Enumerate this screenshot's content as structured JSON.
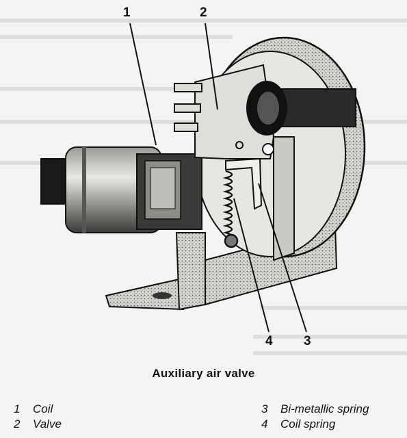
{
  "figure": {
    "caption": "Auxiliary air valve",
    "callouts": [
      "1",
      "2",
      "3",
      "4"
    ],
    "legend": [
      {
        "num": "1",
        "text": "Coil"
      },
      {
        "num": "2",
        "text": "Valve"
      },
      {
        "num": "3",
        "text": "Bi-metallic spring"
      },
      {
        "num": "4",
        "text": "Coil spring"
      }
    ]
  }
}
